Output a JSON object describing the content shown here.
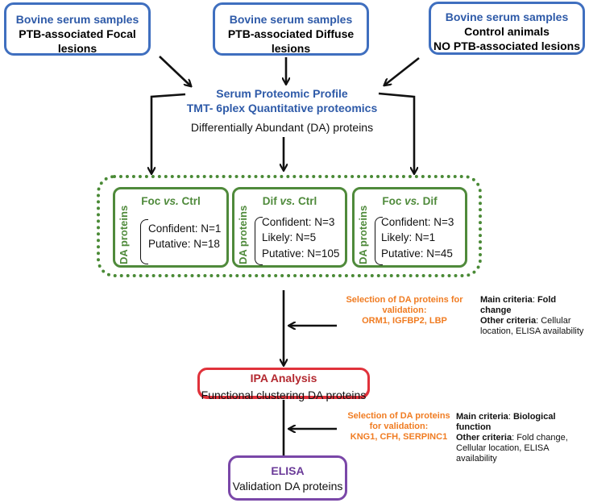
{
  "samples": [
    {
      "title": "Bovine serum samples",
      "lines": [
        "PTB-associated Focal lesions"
      ]
    },
    {
      "title": "Bovine serum samples",
      "lines": [
        "PTB-associated Diffuse lesions"
      ]
    },
    {
      "title": "Bovine serum samples",
      "lines": [
        "Control animals",
        "NO PTB-associated lesions"
      ]
    }
  ],
  "profile": {
    "line1": "Serum Proteomic Profile",
    "line2": "TMT- 6plex Quantitative proteomics",
    "line3": "Differentially Abundant (DA) proteins"
  },
  "comparisons": [
    {
      "a": "Foc",
      "vs": "vs.",
      "b": "Ctrl",
      "side_label": "DA proteins",
      "lines": [
        "Confident: N=1",
        "Putative: N=18"
      ]
    },
    {
      "a": "Dif",
      "vs": "vs.",
      "b": "Ctrl",
      "side_label": "DA proteins",
      "lines": [
        "Confident: N=3",
        "Likely: N=5",
        "Putative: N=105"
      ]
    },
    {
      "a": "Foc",
      "vs": "vs.",
      "b": "Dif",
      "side_label": "DA proteins",
      "lines": [
        "Confident: N=3",
        "Likely: N=1",
        "Putative: N=45"
      ]
    }
  ],
  "selection1": {
    "line1": "Selection of DA proteins for",
    "line2": "validation:",
    "line3": "ORM1, IGFBP2, LBP"
  },
  "criteria1": {
    "main_label": "Main criteria",
    "main_value": "Fold change",
    "other_label": "Other criteria",
    "other_value_1": ": Cellular",
    "other_value_2": "location, ELISA availability"
  },
  "ipa": {
    "title": "IPA Analysis",
    "subtitle": "Functional clustering DA proteins"
  },
  "selection2": {
    "line1": "Selection of DA proteins",
    "line2": "for validation:",
    "line3": "KNG1, CFH, SERPINC1"
  },
  "criteria2": {
    "main_label": "Main criteria",
    "main_value": "Biological function",
    "other_label": "Other criteria",
    "other_value_1": ": Fold change,",
    "other_value_2": "Cellular location, ELISA availability"
  },
  "elisa": {
    "title": "ELISA",
    "subtitle": "Validation DA proteins"
  },
  "colors": {
    "blue": "#3f6fbf",
    "green": "#4f8a3b",
    "red": "#e0323b",
    "purple": "#7a47a8",
    "orange": "#f07c22"
  }
}
